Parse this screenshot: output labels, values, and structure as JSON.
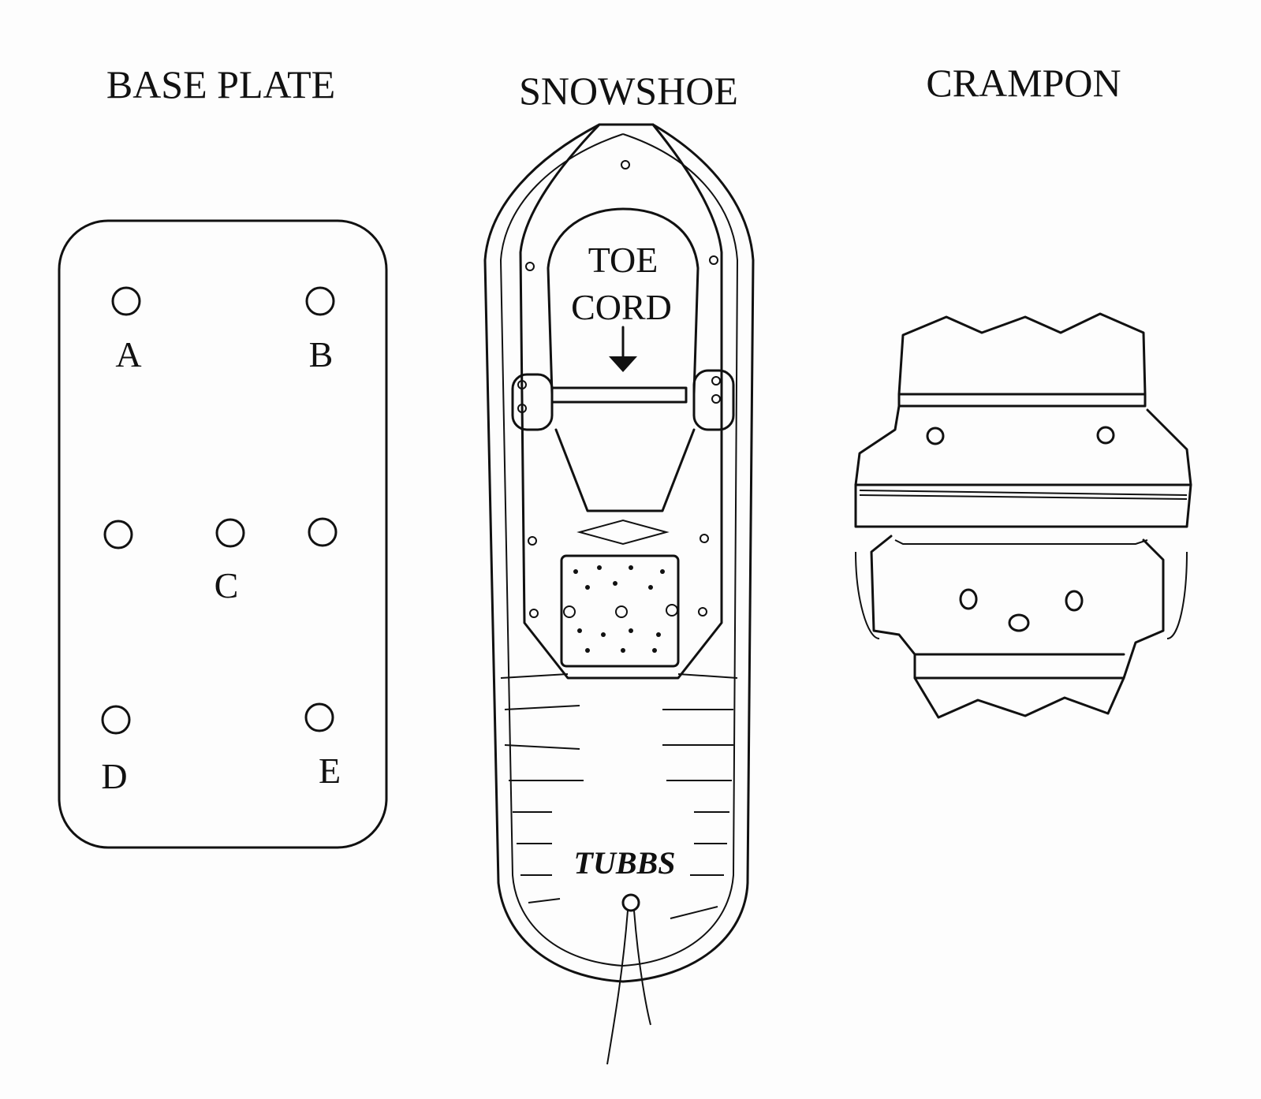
{
  "titles": {
    "base_plate": "BASE PLATE",
    "snowshoe": "SNOWSHOE",
    "crampon": "CRAMPON"
  },
  "base_plate": {
    "hole_labels": {
      "a": "A",
      "b": "B",
      "c": "C",
      "d": "D",
      "e": "E"
    }
  },
  "snowshoe": {
    "toe_cord_line1": "TOE",
    "toe_cord_line2": "CORD",
    "brand_logo": "TUBBS"
  },
  "colors": {
    "ink": "#111111",
    "paper": "#fdfdfd"
  }
}
